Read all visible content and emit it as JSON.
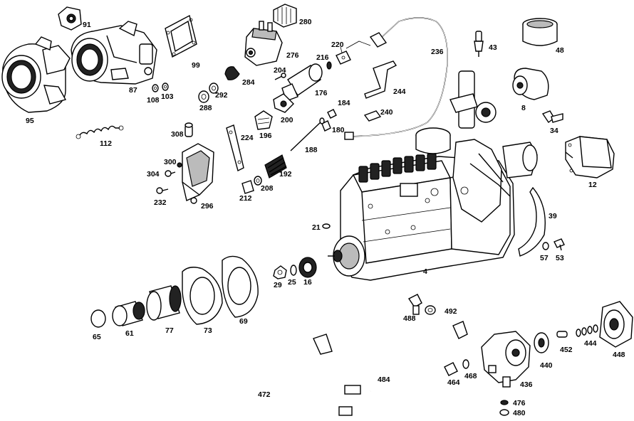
{
  "parts": [
    {
      "id": "p91",
      "label": "91"
    },
    {
      "id": "p280",
      "label": "280"
    },
    {
      "id": "p95",
      "label": "95"
    },
    {
      "id": "p87",
      "label": "87"
    },
    {
      "id": "p99",
      "label": "99"
    },
    {
      "id": "p276",
      "label": "276"
    },
    {
      "id": "p220",
      "label": "220"
    },
    {
      "id": "p236",
      "label": "236"
    },
    {
      "id": "p43",
      "label": "43"
    },
    {
      "id": "p48",
      "label": "48"
    },
    {
      "id": "p108",
      "label": "108"
    },
    {
      "id": "p103",
      "label": "103"
    },
    {
      "id": "p284",
      "label": "284"
    },
    {
      "id": "p204",
      "label": "204"
    },
    {
      "id": "p216",
      "label": "216"
    },
    {
      "id": "p292",
      "label": "292"
    },
    {
      "id": "p288",
      "label": "288"
    },
    {
      "id": "p176",
      "label": "176"
    },
    {
      "id": "p244",
      "label": "244"
    },
    {
      "id": "p8",
      "label": "8"
    },
    {
      "id": "p184",
      "label": "184"
    },
    {
      "id": "p240",
      "label": "240"
    },
    {
      "id": "p200",
      "label": "200"
    },
    {
      "id": "p196",
      "label": "196"
    },
    {
      "id": "p180",
      "label": "180"
    },
    {
      "id": "p34",
      "label": "34"
    },
    {
      "id": "p308",
      "label": "308"
    },
    {
      "id": "p224",
      "label": "224"
    },
    {
      "id": "p112",
      "label": "112"
    },
    {
      "id": "p188",
      "label": "188"
    },
    {
      "id": "p300",
      "label": "300"
    },
    {
      "id": "p304",
      "label": "304"
    },
    {
      "id": "p192",
      "label": "192"
    },
    {
      "id": "p12",
      "label": "12"
    },
    {
      "id": "p208",
      "label": "208"
    },
    {
      "id": "p232",
      "label": "232"
    },
    {
      "id": "p212",
      "label": "212"
    },
    {
      "id": "p296",
      "label": "296"
    },
    {
      "id": "p39",
      "label": "39"
    },
    {
      "id": "p21",
      "label": "21"
    },
    {
      "id": "p57",
      "label": "57"
    },
    {
      "id": "p53",
      "label": "53"
    },
    {
      "id": "p4",
      "label": "4"
    },
    {
      "id": "p29",
      "label": "29"
    },
    {
      "id": "p25",
      "label": "25"
    },
    {
      "id": "p16",
      "label": "16"
    },
    {
      "id": "p488",
      "label": "488"
    },
    {
      "id": "p492",
      "label": "492"
    },
    {
      "id": "p65",
      "label": "65"
    },
    {
      "id": "p61",
      "label": "61"
    },
    {
      "id": "p77",
      "label": "77"
    },
    {
      "id": "p73",
      "label": "73"
    },
    {
      "id": "p69",
      "label": "69"
    },
    {
      "id": "p448",
      "label": "448"
    },
    {
      "id": "p444",
      "label": "444"
    },
    {
      "id": "p452",
      "label": "452"
    },
    {
      "id": "p440",
      "label": "440"
    },
    {
      "id": "p484",
      "label": "484"
    },
    {
      "id": "p464",
      "label": "464"
    },
    {
      "id": "p468",
      "label": "468"
    },
    {
      "id": "p436",
      "label": "436"
    },
    {
      "id": "p472",
      "label": "472"
    },
    {
      "id": "p476",
      "label": "476"
    },
    {
      "id": "p480",
      "label": "480"
    }
  ]
}
